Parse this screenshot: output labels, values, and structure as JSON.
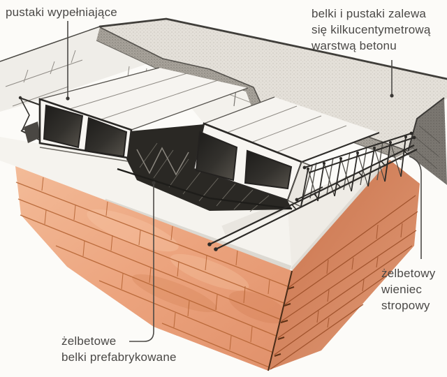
{
  "illustration": {
    "title_semantics": "ceiling floor construction detail",
    "labels": {
      "filler_blocks": {
        "text": "pustaki wypełniające"
      },
      "concrete_layer": {
        "lines": [
          "belki i pustaki zalewa",
          "się kilkucentymetrową",
          "warstwą betonu"
        ]
      },
      "ring_beam": {
        "lines": [
          "żelbetowy",
          "wieniec",
          "stropowy"
        ]
      },
      "prefab_beams": {
        "lines": [
          "żelbetowe",
          "belki prefabrykowane"
        ]
      }
    },
    "colors": {
      "paper": "#fcfbf8",
      "concrete_topping": "#e4e0d9",
      "concrete_edge_band": "#a7a29a",
      "block_white": "#f7f5f1",
      "hole_dark": "#1c1b19",
      "brick_left": "#eda684",
      "brick_right": "#d0794f",
      "brick_joint": "#b2602f",
      "sketch_line": "#2b2926",
      "text": "#4a4846"
    }
  }
}
